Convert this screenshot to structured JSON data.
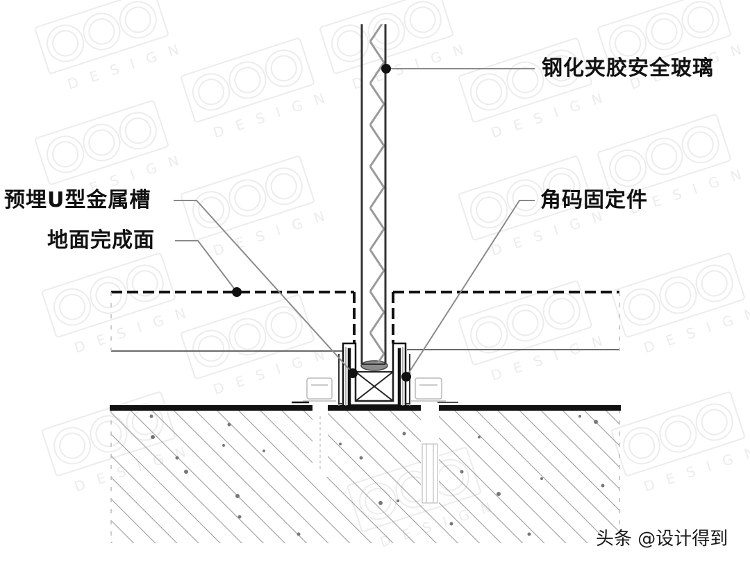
{
  "diagram": {
    "type": "construction-section-detail",
    "subject": "Glass railing base anchored in floor with embedded U-channel"
  },
  "labels": {
    "glass": "钢化夹胶安全玻璃",
    "u_channel": "预埋U型金属槽",
    "floor_finish": "地面完成面",
    "angle_fixing": "角码固定件"
  },
  "watermark": {
    "text": "DESIGN",
    "logo": "COO"
  },
  "credit": "头条 @设计得到",
  "colors": {
    "line": "#111111",
    "thin_line": "#555555",
    "hatch": "#8a8a8a",
    "watermark": "#ececec",
    "background": "#ffffff"
  }
}
